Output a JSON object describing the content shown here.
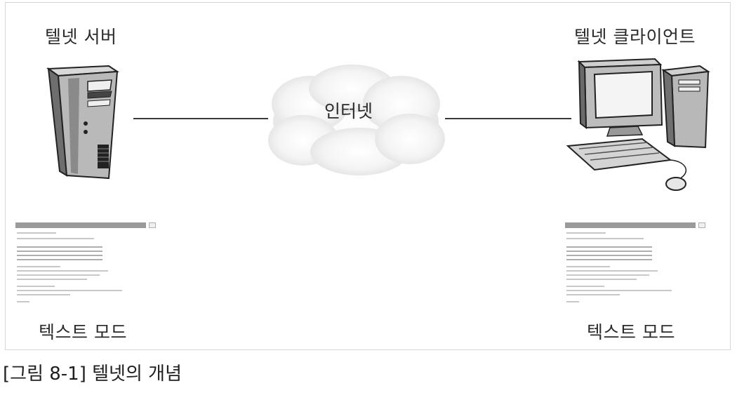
{
  "diagram": {
    "server_label": "텔넷 서버",
    "client_label": "텔넷 클라이언트",
    "network_label": "인터넷",
    "left_mode_label": "텍스트 모드",
    "right_mode_label": "텍스트 모드"
  },
  "caption": "[그림 8-1] 텔넷의 개념"
}
